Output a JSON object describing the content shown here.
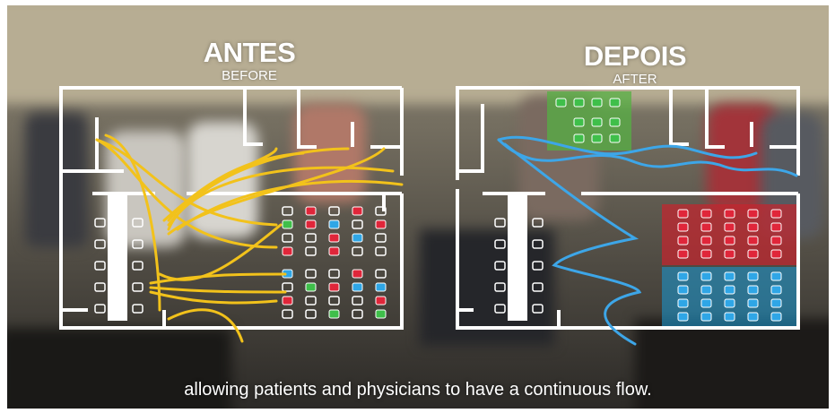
{
  "panels": {
    "before": {
      "title": "ANTES",
      "subtitle": "BEFORE"
    },
    "after": {
      "title": "DEPOIS",
      "subtitle": "AFTER"
    }
  },
  "caption": "allowing patients and physicians to have a continuous flow.",
  "colors": {
    "wall": "#ffffff",
    "flow_before": "#f2c21b",
    "flow_after": "#3da6e8",
    "zone_green": "#56b043",
    "zone_red": "#c8232d",
    "zone_blue": "#1d93c8",
    "chair_green": "#3fbf4a",
    "chair_red": "#e0263a",
    "chair_blue": "#2fa6e6",
    "chair_white": "#ffffff"
  }
}
